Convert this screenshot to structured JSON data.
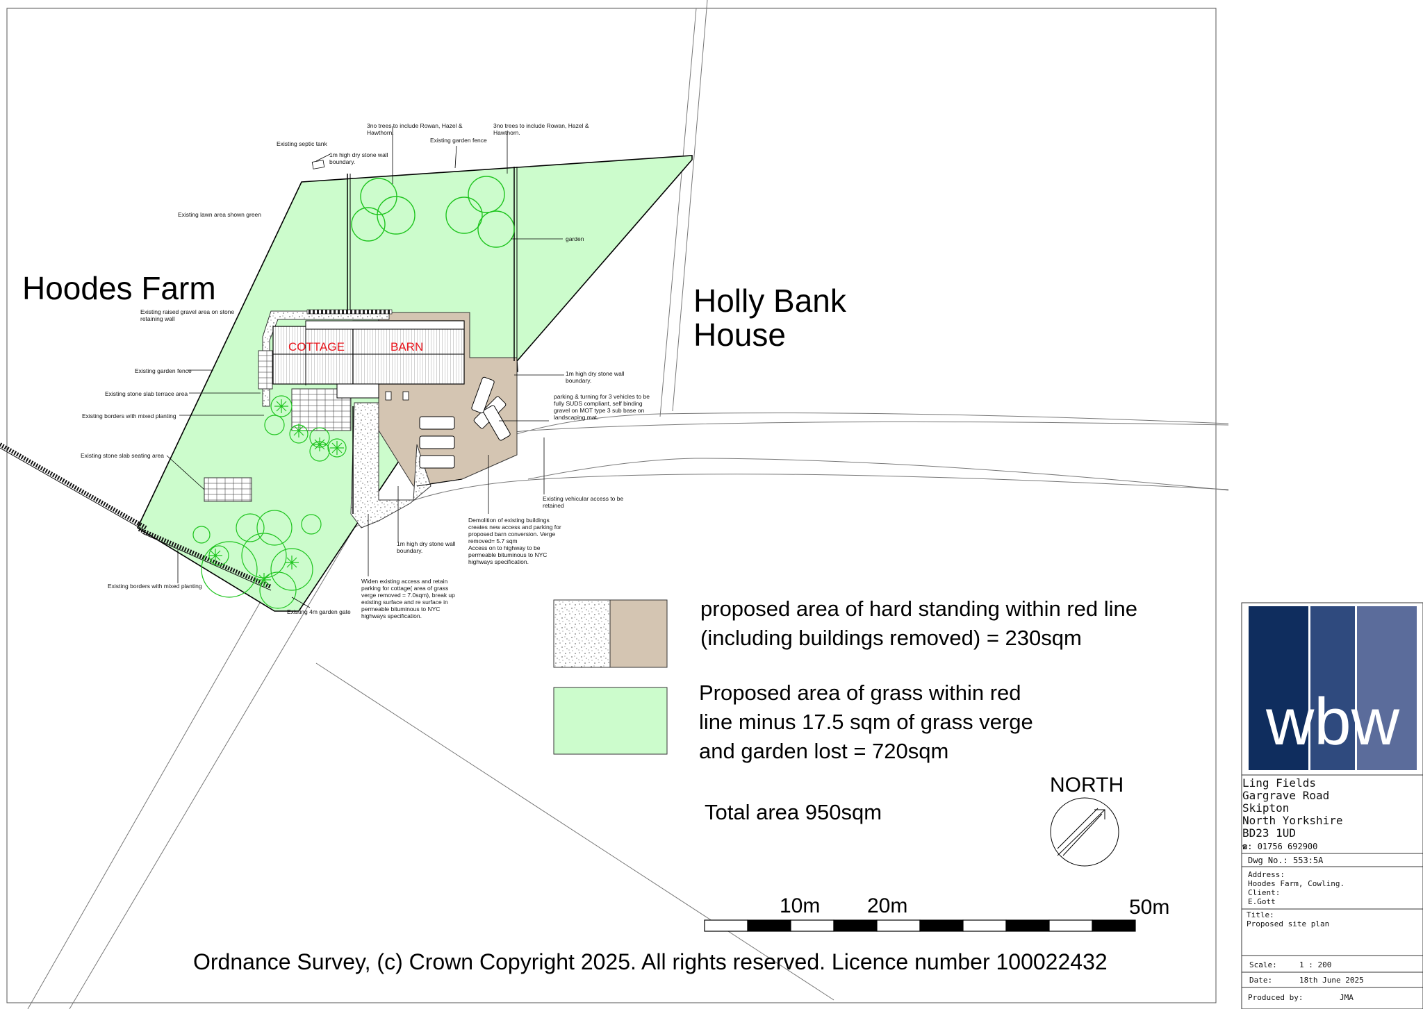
{
  "places": {
    "hoodes_farm": "Hoodes Farm",
    "holly_bank_1": "Holly Bank",
    "holly_bank_2": "House",
    "cottage": "COTTAGE",
    "barn": "BARN"
  },
  "annotations": {
    "septic": "Existing septic tank",
    "wall_top": "1m high dry stone wall\nboundary.",
    "trees_1": "3no trees to include Rowan, Hazel &\nHawthorn.",
    "trees_2": "3no trees to include Rowan, Hazel &\nHawthorn.",
    "garden_fence_top": "Existing garden fence",
    "lawn": "Existing lawn area shown green",
    "garden": "garden",
    "gravel": "Existing raised gravel area on stone\nretaining wall",
    "garden_fence": "Existing garden fence",
    "terrace": "Existing stone slab terrace area",
    "borders_1": "Existing borders with mixed planting",
    "seating": "Existing stone slab seating area",
    "borders_2": "Existing borders with mixed planting",
    "gate": "Existing 4m garden gate",
    "widen": "Widen existing access and retain\nparking for cottage( area of grass\nverge removed = 7.0sqm), break up\nexisting surface and re surface in\npermeable bituminous  to NYC\nhighways specification.",
    "wall_mid": "1m high dry stone wall\nboundary.",
    "demolition": "Demolition of existing buildings\ncreates new access and parking for\nproposed barn conversion. Verge\nremoved= 5.7 sqm\nAccess on to highway to be\npermeable bituminous  to NYC\nhighways specification.",
    "vehicular": "Existing vehicular access to be\nretained",
    "wall_right": "1m high dry stone wall\nboundary.",
    "parking": "parking & turning for 3 vehicles to be\nfully SUDS compliant, self binding\ngravel on MOT type 3 sub base on\nlandscaping mat."
  },
  "legend": {
    "hard_1": "proposed area of hard standing within red line",
    "hard_2": "(including buildings removed) = 230sqm",
    "grass_1": "Proposed area of grass within red",
    "grass_2": "line minus 17.5 sqm of grass verge",
    "grass_3": "and garden lost  = 720sqm",
    "total": "Total area 950sqm",
    "colors": {
      "hard_standing": "#d4c5b2",
      "grass": "#ccfccc",
      "planting": "#1ec41e"
    }
  },
  "north": "NORTH",
  "scale_bar": {
    "label_10": "10m",
    "label_20": "20m",
    "label_50": "50m"
  },
  "copyright": "Ordnance Survey, (c) Crown Copyright 2025. All rights reserved. Licence number 100022432",
  "title_block": {
    "logo": "wbw",
    "logo_colors": [
      "#0f2d5e",
      "#2f4a7e",
      "#5b6c9b"
    ],
    "address_lines": [
      "Ling Fields",
      "Gargrave Road",
      "Skipton",
      "North Yorkshire",
      "BD23  1UD"
    ],
    "phone_icon": "phone-icon",
    "phone": "01756  692900",
    "dwg": "Dwg  No.:  553:5A",
    "address_label": "Address:",
    "address_value": "Hoodes Farm,  Cowling.",
    "client_label": "Client:",
    "client_value": "E.Gott",
    "title_label": "Title:",
    "title_value": "Proposed  site  plan",
    "scale_label": "Scale:",
    "scale_value": "1  :  200",
    "date_label": "Date:",
    "date_value": "18th  June  2025",
    "produced_label": "Produced  by:",
    "produced_value": "JMA"
  }
}
